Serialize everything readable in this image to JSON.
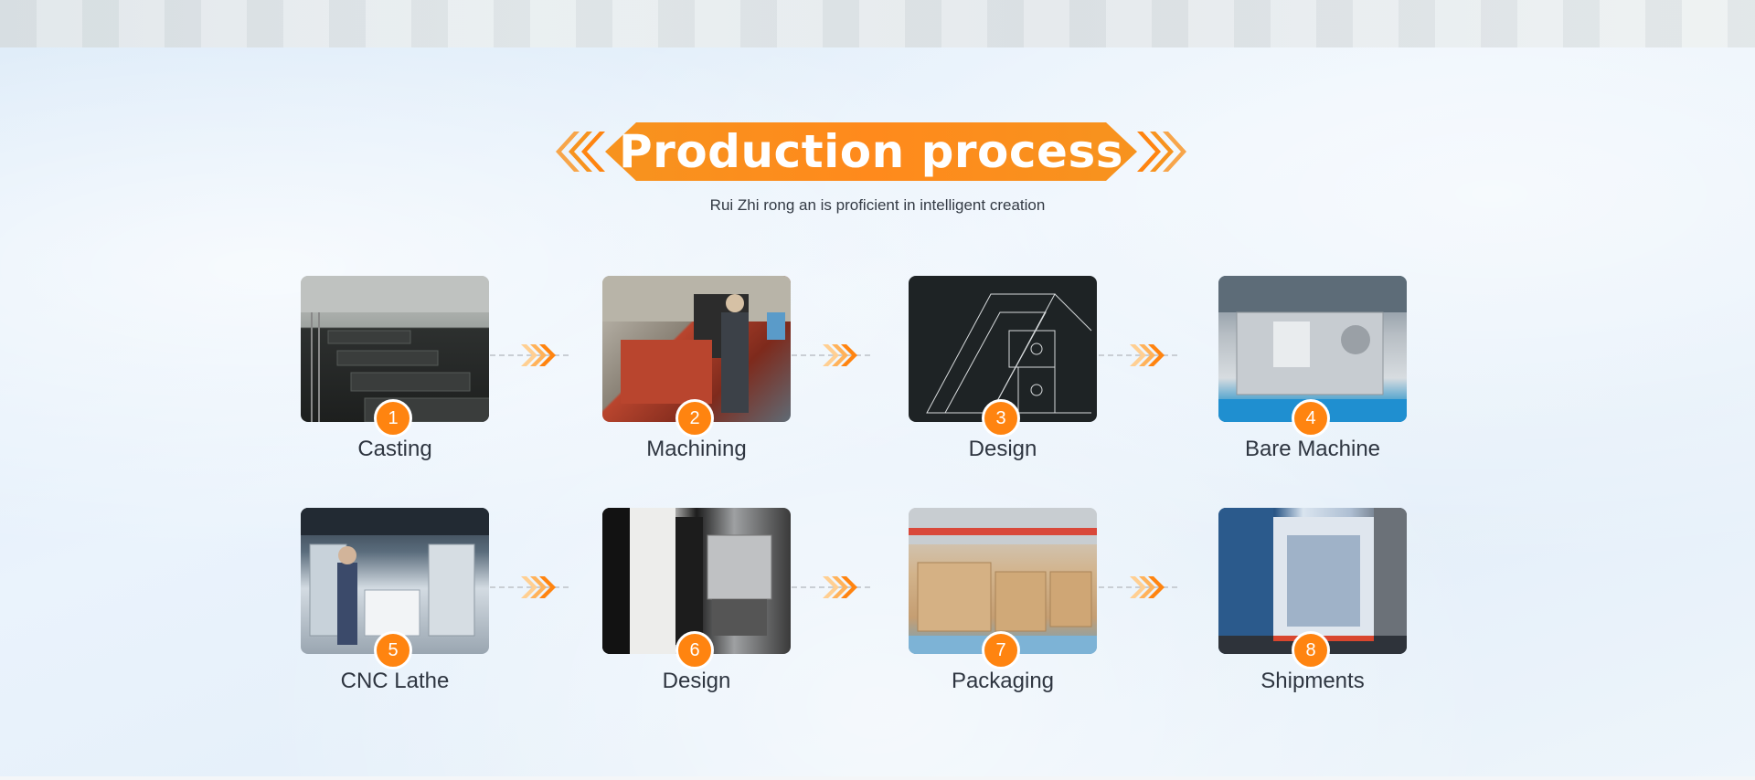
{
  "header": {
    "title": "Production process",
    "subtitle": "Rui Zhi rong an is proficient in intelligent creation"
  },
  "colors": {
    "accent": "#ff8410",
    "background": "#eaf3fb",
    "text": "#2e3540"
  },
  "icons": {
    "title_left": "chevrons-left-icon",
    "title_right": "chevrons-right-icon",
    "connector": "double-chevron-right-icon"
  },
  "steps": [
    {
      "number": "1",
      "label": "Casting"
    },
    {
      "number": "2",
      "label": "Machining"
    },
    {
      "number": "3",
      "label": "Design"
    },
    {
      "number": "4",
      "label": "Bare Machine"
    },
    {
      "number": "5",
      "label": "CNC Lathe"
    },
    {
      "number": "6",
      "label": "Design"
    },
    {
      "number": "7",
      "label": "Packaging"
    },
    {
      "number": "8",
      "label": "Shipments"
    }
  ]
}
